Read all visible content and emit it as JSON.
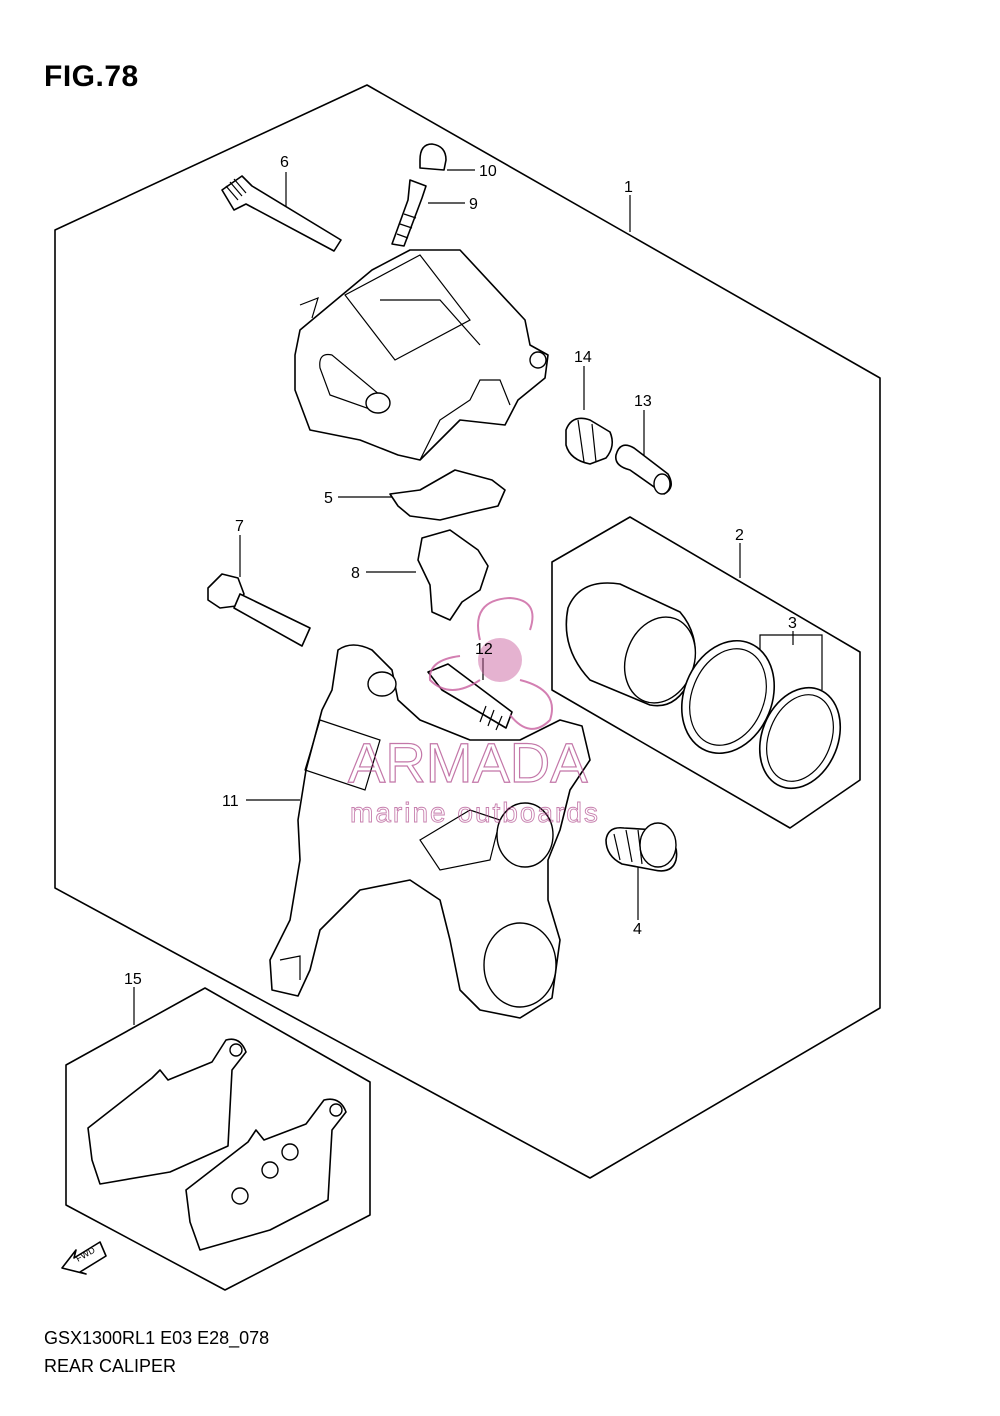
{
  "figure": {
    "title": "FIG.78"
  },
  "footer": {
    "model_code": "GSX1300RL1 E03 E28_078",
    "title": "REAR CALIPER"
  },
  "fwd_arrow": {
    "label": "FWD"
  },
  "watermark": {
    "brand": "ARMADA",
    "tagline": "marine outboards",
    "color": "#b04a8c"
  },
  "callouts": [
    {
      "number": "1"
    },
    {
      "number": "2"
    },
    {
      "number": "3"
    },
    {
      "number": "4"
    },
    {
      "number": "5"
    },
    {
      "number": "6"
    },
    {
      "number": "7"
    },
    {
      "number": "8"
    },
    {
      "number": "9"
    },
    {
      "number": "10"
    },
    {
      "number": "11"
    },
    {
      "number": "12"
    },
    {
      "number": "13"
    },
    {
      "number": "14"
    },
    {
      "number": "15"
    }
  ]
}
